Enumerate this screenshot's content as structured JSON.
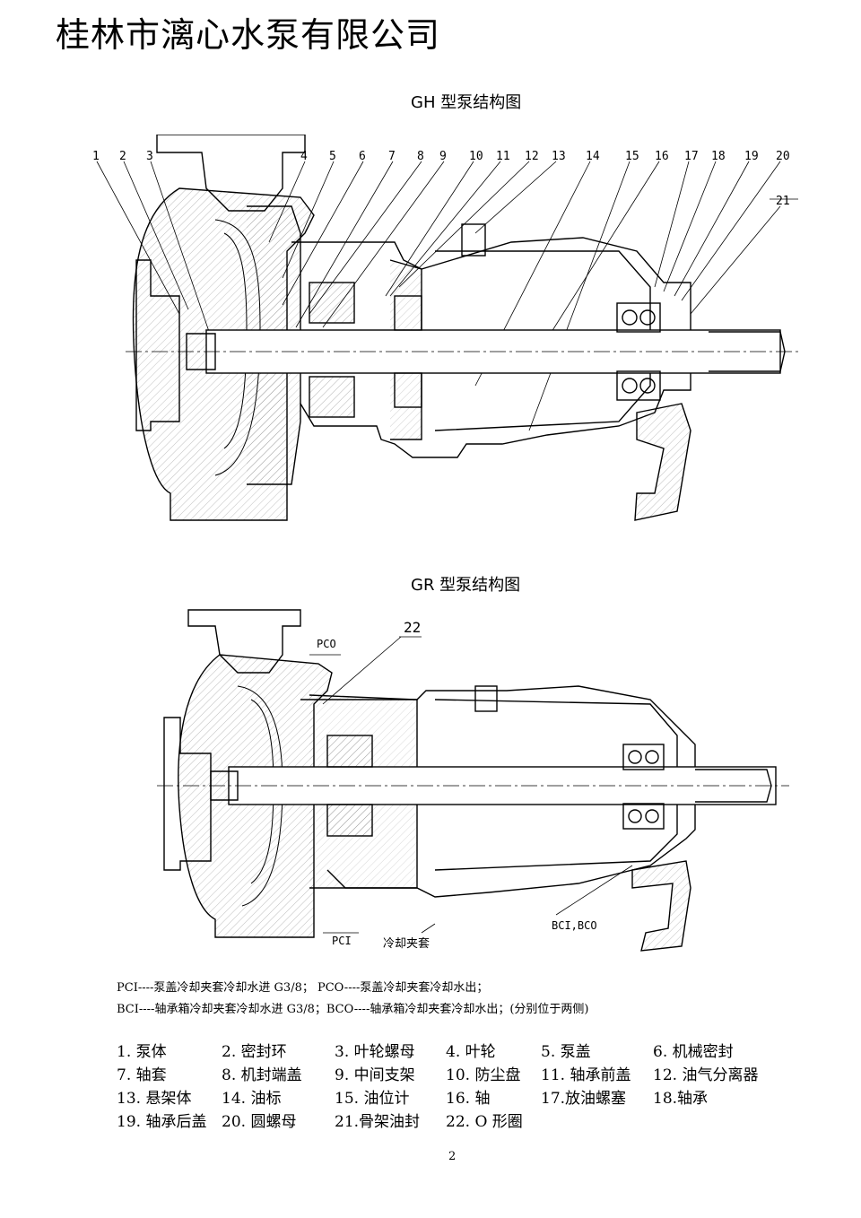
{
  "company": "桂林市漓心水泵有限公司",
  "gh": {
    "title": "GH 型泵结构图",
    "numbers": [
      "1",
      "2",
      "3",
      "4",
      "5",
      "6",
      "7",
      "8",
      "9",
      "10",
      "11",
      "12",
      "13",
      "14",
      "15",
      "16",
      "17",
      "18",
      "19",
      "20",
      "21"
    ]
  },
  "gr": {
    "title": "GR 型泵结构图",
    "label_22": "22",
    "label_pco": "PCO",
    "label_pci": "PCI",
    "label_bci": "BCI,BCO",
    "label_jacket": "冷却夹套"
  },
  "legend": {
    "line1": "PCI----泵盖冷却夹套冷却水进 G3/8；    PCO----泵盖冷却夹套冷却水出；",
    "line2": "BCI----轴承箱冷却夹套冷却水进 G3/8；BCO----轴承箱冷却夹套冷却水出；(分别位于两侧)"
  },
  "parts": [
    "1. 泵体",
    "2. 密封环",
    "3. 叶轮螺母",
    "4. 叶轮",
    "5. 泵盖",
    "6. 机械密封",
    "7. 轴套",
    "8. 机封端盖",
    "9. 中间支架",
    "10. 防尘盘",
    "11. 轴承前盖",
    "12. 油气分离器",
    "13. 悬架体",
    "14. 油标",
    "15. 油位计",
    "16. 轴",
    "17.放油螺塞",
    "18.轴承",
    "19. 轴承后盖",
    "20. 圆螺母",
    "21.骨架油封",
    "22. O 形圈"
  ],
  "page_number": "2"
}
